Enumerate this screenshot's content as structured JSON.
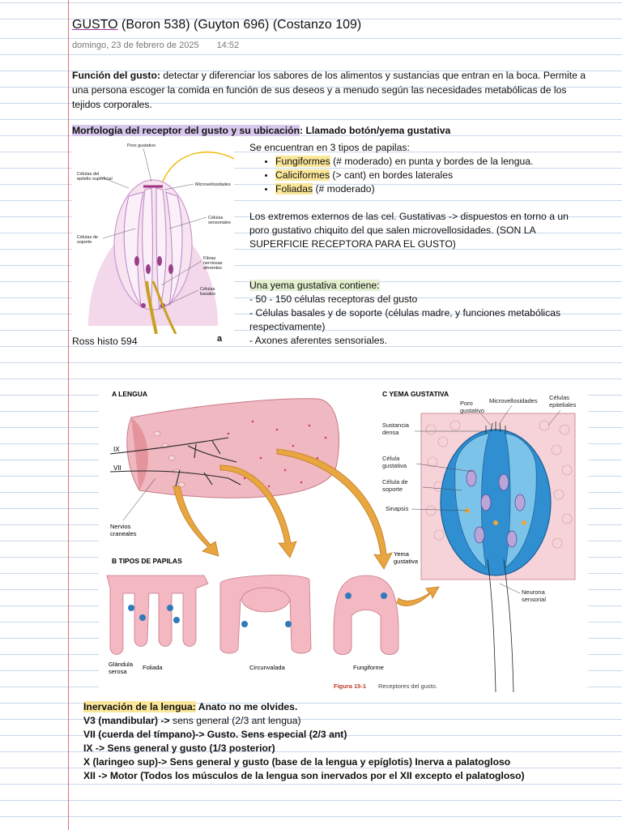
{
  "header": {
    "title_main": "GUSTO",
    "title_refs": " (Boron 538) (Guyton 696) (Costanzo 109)",
    "date": "domingo, 23 de febrero de 2025",
    "time": "14:52"
  },
  "funcion": {
    "label": "Función del gusto:",
    "text": " detectar y diferenciar los sabores de los alimentos y sustancias que entran en la boca. Permite a una persona escoger la comida en función de sus deseos y a menudo según las necesidades metabólicas de los tejidos corporales."
  },
  "morfologia": {
    "heading": "Morfología del receptor del gusto y su ubicación",
    "colon": ":",
    "subheading": "  Llamado botón/yema gustativa"
  },
  "figure1": {
    "labels": [
      "Poro gustativo",
      "Células del epitelio superficial",
      "Microvellosidades",
      "Células sensoriales",
      "Células de soporte",
      "Fibras nerviosas aferentes",
      "Células basales"
    ],
    "caption": "Ross histo 594",
    "panel": "a"
  },
  "papilas": {
    "intro": "Se encuentran en 3 tipos de papilas:",
    "items": [
      {
        "name": "Fungiformes",
        "detail": " (# moderado) en punta y bordes de la lengua."
      },
      {
        "name": "Caliciformes",
        "detail": " (> cant) en bordes laterales"
      },
      {
        "name": "Foliadas",
        "detail": " (# moderado)"
      }
    ],
    "extremos": "Los extremos externos de las cel. Gustativas -> dispuestos en torno a un poro gustativo chiquito del que salen microvellosidades. (SON LA SUPERFICIE RECEPTORA PARA EL GUSTO)"
  },
  "yema": {
    "heading": "Una yema gustativa contiene:",
    "lines": [
      "- 50 - 150 células receptoras del gusto",
      "- Células basales y de soporte (células madre, y funciones metabólicas respectivamente)",
      "- Axones aferentes sensoriales."
    ]
  },
  "figure2": {
    "panel_a": "A  LENGUA",
    "panel_b": "B  TIPOS DE PAPILAS",
    "panel_c": "C  YEMA GUSTATIVA",
    "nerves": [
      "IX",
      "VII",
      "Nervios craneales"
    ],
    "papila_labels": [
      "Glándula serosa",
      "Foliada",
      "Circunvalada",
      "Fungiforme",
      "Yema gustativa"
    ],
    "yema_labels": [
      "Poro gustativo",
      "Microvellosidades",
      "Células epiteliales",
      "Sustancia densa",
      "Célula gustativa",
      "Célula de soporte",
      "Sinapsis",
      "Neurona sensorial"
    ],
    "caption_num": "Figura 15-1",
    "caption_text": "Receptores del gusto."
  },
  "inervacion": {
    "heading": "Inervación de la lengua:",
    "subheading": "  Anato no me olvides.",
    "line1_bold": "V3 (mandibular) ->",
    "line1_normal": " sens general (2/3 ant lengua)",
    "lines": [
      "VII (cuerda del tímpano)-> Gusto. Sens especial (2/3 ant)",
      "IX -> Sens general y gusto (1/3 posterior)",
      "X (laringeo sup)-> Sens general y gusto (base de la lengua y epíglotis) Inerva a palatogloso",
      "XII -> Motor (Todos los músculos de la lengua son inervados por el XII excepto el palatogloso)"
    ]
  },
  "colors": {
    "highlight_purple": "#d9c8ee",
    "highlight_yellow": "#fbe79a",
    "highlight_green": "#e3efcf",
    "margin_line": "#e07070",
    "rule_line": "#c9d8ea"
  }
}
